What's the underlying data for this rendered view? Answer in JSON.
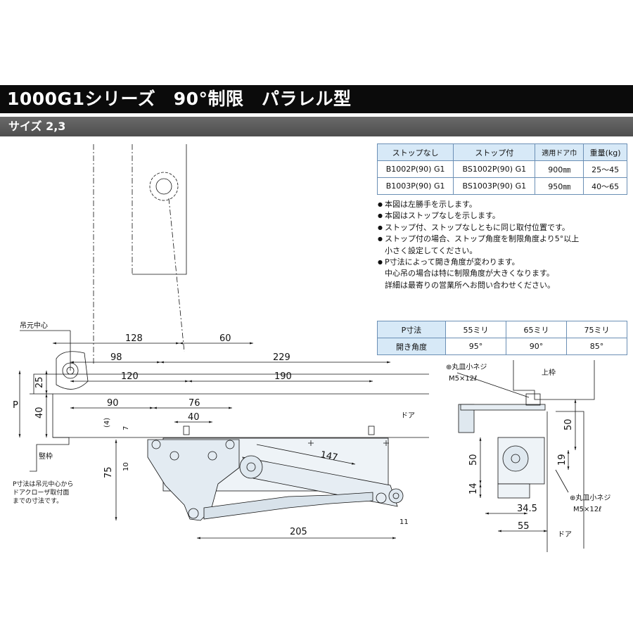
{
  "header": {
    "title": "1000G1シリーズ　90°制限　パラレル型",
    "subtitle": "サイズ 2,3"
  },
  "model_table": {
    "headers": [
      "ストップなし",
      "ストップ付",
      "適用ドア巾",
      "重量(kg)"
    ],
    "rows": [
      [
        "B1002P(90) G1",
        "BS1002P(90) G1",
        "900㎜",
        "25～45"
      ],
      [
        "B1003P(90) G1",
        "BS1003P(90) G1",
        "950㎜",
        "40～65"
      ]
    ]
  },
  "notes": [
    "本図は左勝手を示します。",
    "本図はストップなしを示します。",
    "ストップ付、ストップなしともに同じ取付位置です。",
    "ストップ付の場合、ストップ角度を制限角度より5°以上\n小さく設定してください。",
    "P寸法によって開き角度が変わります。\n中心吊の場合は特に制限角度が大きくなります。\n詳細は最寄りの営業所へお問い合わせください。"
  ],
  "p_table": {
    "row_label_1": "P寸法",
    "row_label_2": "開き角度",
    "p_values": [
      "55ミリ",
      "65ミリ",
      "75ミリ"
    ],
    "angles": [
      "95°",
      "90°",
      "85°"
    ]
  },
  "drawing": {
    "labels": {
      "pivot_center": "吊元中心",
      "frame": "竪枠",
      "door": "ドア",
      "door_bottom": "ドア",
      "top_frame": "上枠",
      "p_label": "P",
      "screw_1_name": "⊕丸皿小ネジ",
      "screw_1_size": "M5×12ℓ",
      "screw_2_name": "⊕丸皿小ネジ",
      "screw_2_size": "M5×12ℓ",
      "p_note": "P寸法は吊元中心から\nドアクローザ取付面\nまでの寸法です。"
    },
    "dims": {
      "d128": "128",
      "d60": "60",
      "d98": "98",
      "d229": "229",
      "d120": "120",
      "d190": "190",
      "d90": "90",
      "d76": "76",
      "d40": "40",
      "d25": "25",
      "d40v": "40",
      "d4": "(4)",
      "d7": "7",
      "d10": "10",
      "d75": "75",
      "d147": "147",
      "d205": "205",
      "d11": "11",
      "s50a": "50",
      "s19": "19",
      "s50b": "50",
      "s14": "14",
      "s34_5": "34.5",
      "s55": "55"
    }
  }
}
